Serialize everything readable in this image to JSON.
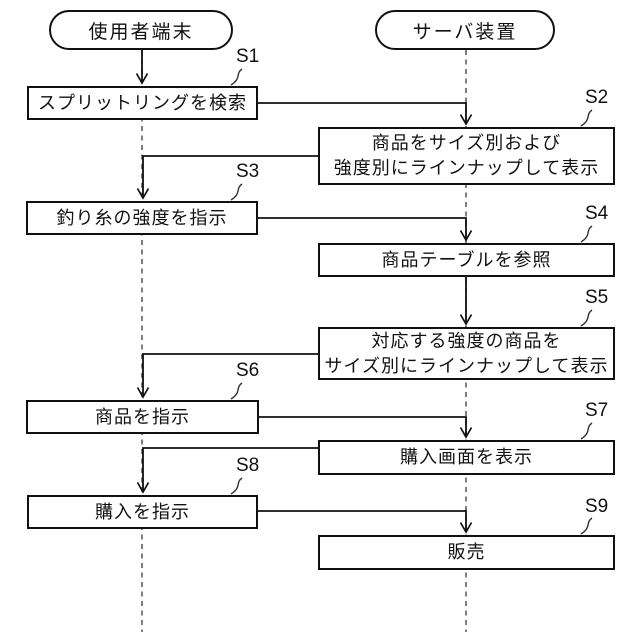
{
  "diagram": {
    "lanes": [
      {
        "id": "user",
        "title": "使用者端末"
      },
      {
        "id": "server",
        "title": "サーバ装置"
      }
    ],
    "steps": [
      {
        "label": "S1",
        "lane": "user",
        "lines": [
          "スプリットリングを検索"
        ]
      },
      {
        "label": "S2",
        "lane": "server",
        "lines": [
          "商品をサイズ別および",
          "強度別にラインナップして表示"
        ]
      },
      {
        "label": "S3",
        "lane": "user",
        "lines": [
          "釣り糸の強度を指示"
        ]
      },
      {
        "label": "S4",
        "lane": "server",
        "lines": [
          "商品テーブルを参照"
        ]
      },
      {
        "label": "S5",
        "lane": "server",
        "lines": [
          "対応する強度の商品を",
          "サイズ別にラインナップして表示"
        ]
      },
      {
        "label": "S6",
        "lane": "user",
        "lines": [
          "商品を指示"
        ]
      },
      {
        "label": "S7",
        "lane": "server",
        "lines": [
          "購入画面を表示"
        ]
      },
      {
        "label": "S8",
        "lane": "user",
        "lines": [
          "購入を指示"
        ]
      },
      {
        "label": "S9",
        "lane": "server",
        "lines": [
          "販売"
        ]
      }
    ],
    "colors": {
      "line": "#111111",
      "lifeline_dash": "#5f5f5f",
      "background": "#ffffff"
    }
  }
}
